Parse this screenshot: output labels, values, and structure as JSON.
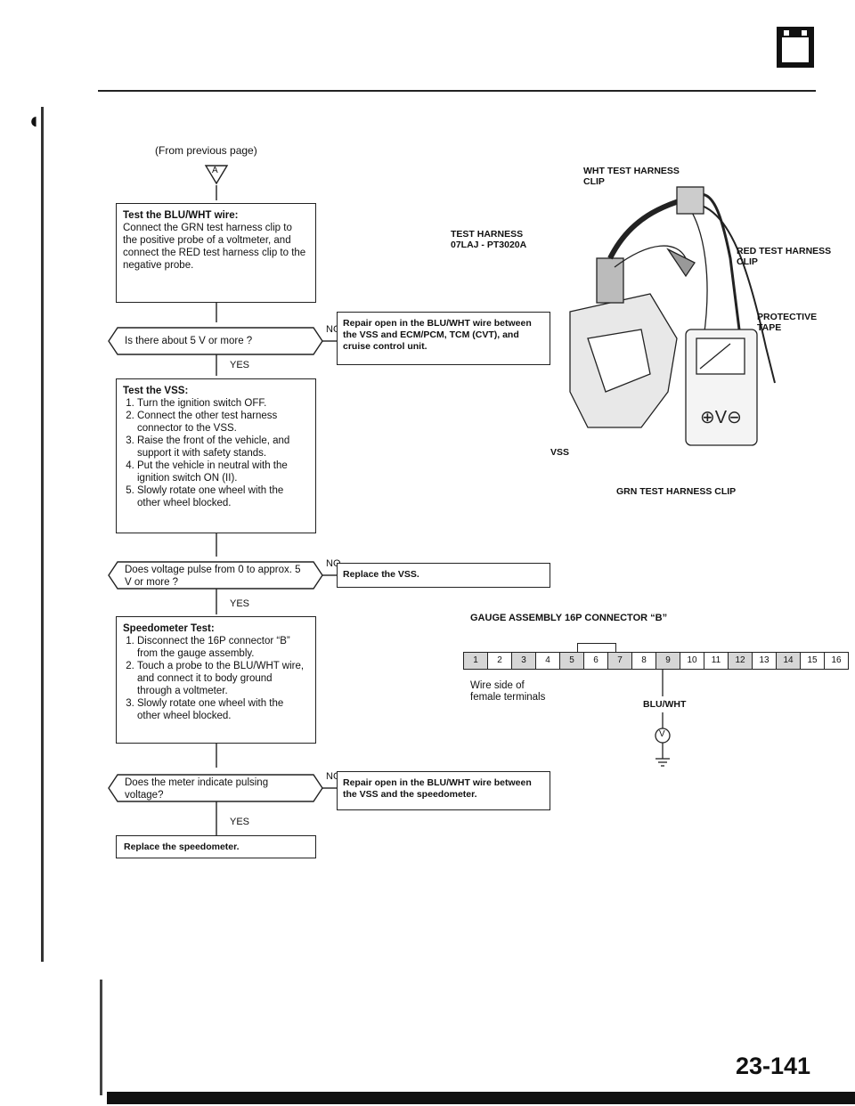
{
  "header": {
    "battery_icon_minus": "–",
    "battery_icon_plus": "+"
  },
  "flow": {
    "from_prev": "(From previous page)",
    "connector_letter": "A",
    "step1": {
      "title": "Test the BLU/WHT wire:",
      "body": "Connect the GRN test harness clip to the positive probe of a voltmeter, and connect the RED test harness clip to the negative probe."
    },
    "decision1": "Is there about 5 V or more ?",
    "action1": "Repair open in the BLU/WHT wire between the VSS and ECM/PCM, TCM (CVT), and cruise control unit.",
    "step2": {
      "title": "Test the VSS:",
      "items": [
        "Turn the ignition switch OFF.",
        "Connect the other test harness connector to the VSS.",
        "Raise the front of the vehicle, and support it with safety stands.",
        "Put the vehicle in neutral with the ignition switch ON (II).",
        "Slowly rotate one wheel with the other wheel blocked."
      ]
    },
    "decision2": "Does voltage pulse from 0 to approx. 5 V or more ?",
    "action2": "Replace the VSS.",
    "step3": {
      "title": "Speedometer Test:",
      "items": [
        "Disconnect the 16P connector “B” from the gauge assembly.",
        "Touch a probe to the BLU/WHT wire, and connect it to body ground through a voltmeter.",
        "Slowly rotate one wheel with the other wheel blocked."
      ]
    },
    "decision3": "Does the meter indicate pulsing voltage?",
    "action3": "Repair open in the BLU/WHT wire between the VSS and the speedometer.",
    "final": "Replace the speedometer.",
    "yes": "YES",
    "no": "NO"
  },
  "illustration": {
    "wht_clip": "WHT TEST HARNESS\nCLIP",
    "test_harness": "TEST HARNESS\n07LAJ - PT3020A",
    "red_clip": "RED TEST HARNESS\nCLIP",
    "protective_tape": "PROTECTIVE\nTAPE",
    "vss": "VSS",
    "grn_clip": "GRN TEST HARNESS CLIP"
  },
  "connector": {
    "title": "GAUGE ASSEMBLY 16P CONNECTOR “B”",
    "pins": [
      "1",
      "2",
      "3",
      "4",
      "5",
      "6",
      "7",
      "8",
      "9",
      "10",
      "11",
      "12",
      "13",
      "14",
      "15",
      "16"
    ],
    "wire_side_note": "Wire side of\nfemale terminals",
    "wire_label": "BLU/WHT",
    "meter_symbol": "V"
  },
  "footer": {
    "page_number": "23-141"
  }
}
